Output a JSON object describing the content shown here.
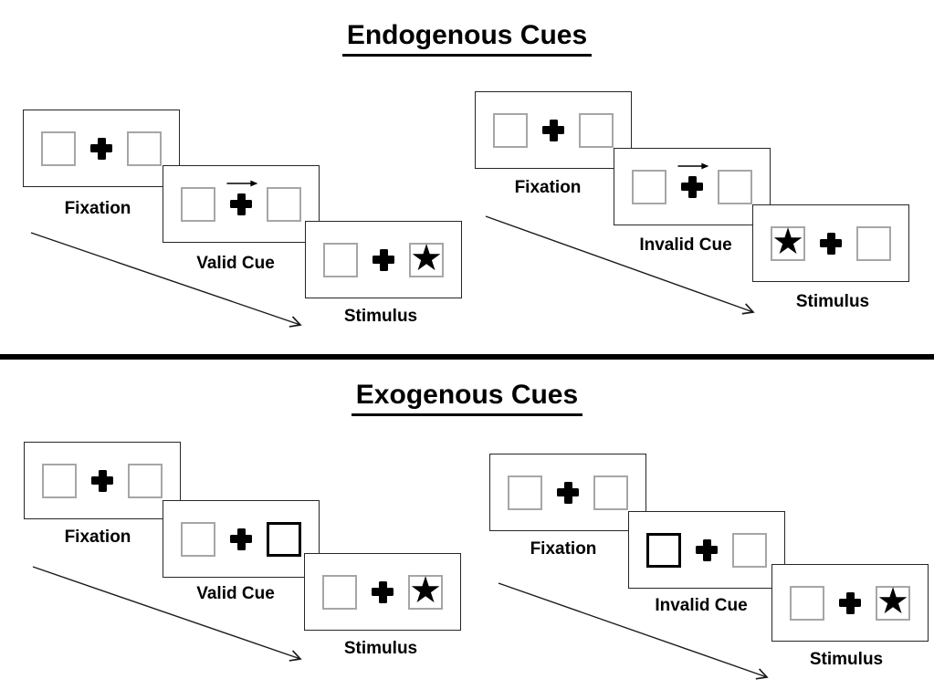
{
  "sections": [
    {
      "id": "endogenous",
      "title": "Endogenous Cues",
      "groups": [
        {
          "id": "endogenous-valid",
          "panels": [
            {
              "label": "Fixation",
              "left_box": "empty",
              "right_box": "empty",
              "cue": "none"
            },
            {
              "label": "Valid Cue",
              "left_box": "empty",
              "right_box": "empty",
              "cue": "right-arrow-above-fixation-cross"
            },
            {
              "label": "Stimulus",
              "left_box": "empty",
              "right_box": "star",
              "cue": "none"
            }
          ]
        },
        {
          "id": "endogenous-invalid",
          "panels": [
            {
              "label": "Fixation",
              "left_box": "empty",
              "right_box": "empty",
              "cue": "none"
            },
            {
              "label": "Invalid Cue",
              "left_box": "empty",
              "right_box": "empty",
              "cue": "right-arrow-above-fixation-cross"
            },
            {
              "label": "Stimulus",
              "left_box": "star",
              "right_box": "empty",
              "cue": "none"
            }
          ]
        }
      ]
    },
    {
      "id": "exogenous",
      "title": "Exogenous Cues",
      "groups": [
        {
          "id": "exogenous-valid",
          "panels": [
            {
              "label": "Fixation",
              "left_box": "empty",
              "right_box": "empty",
              "cue": "none"
            },
            {
              "label": "Valid Cue",
              "left_box": "empty",
              "right_box": "thick-outline",
              "cue": "none"
            },
            {
              "label": "Stimulus",
              "left_box": "empty",
              "right_box": "star",
              "cue": "none"
            }
          ]
        },
        {
          "id": "exogenous-invalid",
          "panels": [
            {
              "label": "Fixation",
              "left_box": "empty",
              "right_box": "empty",
              "cue": "none"
            },
            {
              "label": "Invalid Cue",
              "left_box": "thick-outline",
              "right_box": "empty",
              "cue": "none"
            },
            {
              "label": "Stimulus",
              "left_box": "empty",
              "right_box": "star",
              "cue": "none"
            }
          ]
        }
      ]
    }
  ],
  "symbols": {
    "star": "★",
    "fixation_cross": "+",
    "cue_arrow": "→"
  },
  "colors": {
    "ink": "#000000",
    "box_outline": "#a6a6a6",
    "background": "#ffffff"
  }
}
